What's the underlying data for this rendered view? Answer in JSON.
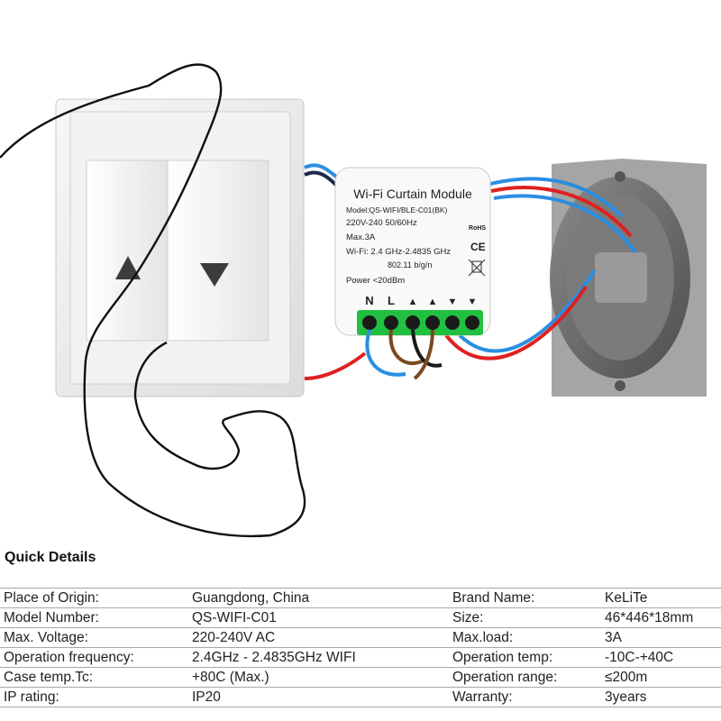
{
  "module": {
    "title": "Wi-Fi Curtain Module",
    "model": "Model:QS-WIFI/BLE-C01(BK)",
    "voltage": "220V-240 50/60Hz",
    "max": "Max.3A",
    "wifi": "Wi-Fi: 2.4 GHz-2.4835 GHz",
    "standard": "802.11 b/g/n",
    "power": "Power <20dBm",
    "rohs": "RoHS",
    "ce": "CE",
    "terminals": [
      "N",
      "L",
      "▲",
      "▲",
      "▼",
      "▼"
    ]
  },
  "section_title": "Quick Details",
  "specs": [
    {
      "label": "Place of Origin:",
      "value": "Guangdong, China",
      "label2": "Brand Name:",
      "value2": "KeLiTe"
    },
    {
      "label": "Model Number:",
      "value": "QS-WIFI-C01",
      "label2": "Size:",
      "value2": "46*446*18mm"
    },
    {
      "label": "Max. Voltage:",
      "value": "220-240V AC",
      "label2": "Max.load:",
      "value2": "3A"
    },
    {
      "label": "Operation frequency:",
      "value": "2.4GHz - 2.4835GHz WIFI",
      "label2": "Operation temp:",
      "value2": "-10C-+40C"
    },
    {
      "label": "Case temp.Tc:",
      "value": "+80C (Max.)",
      "label2": "Operation range:",
      "value2": "≤200m"
    },
    {
      "label": "IP rating:",
      "value": "IP20",
      "label2": "Warranty:",
      "value2": "3years"
    }
  ],
  "colors": {
    "switch_plate": "#eeeeee",
    "back_box": "#6e6e6e",
    "terminal_green": "#22c040",
    "wire_red": "#e02020",
    "wire_blue": "#2a8ee0",
    "wire_brown": "#7a4a20"
  }
}
